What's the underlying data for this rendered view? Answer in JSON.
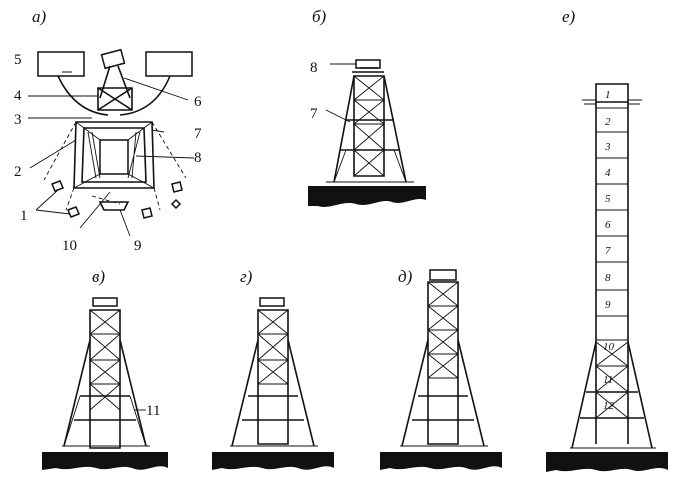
{
  "panels": {
    "a": "а)",
    "b": "б)",
    "v": "в)",
    "g": "г)",
    "d": "д)",
    "e": "е)"
  },
  "callouts_a": [
    "5",
    "4",
    "3",
    "2",
    "1",
    "10",
    "9",
    "6",
    "7",
    "8"
  ],
  "callouts_b": [
    "8",
    "7"
  ],
  "callouts_v": [
    "11"
  ],
  "sections": [
    "1",
    "2",
    "3",
    "4",
    "5",
    "6",
    "7",
    "8",
    "9",
    "10",
    "11",
    "12"
  ]
}
